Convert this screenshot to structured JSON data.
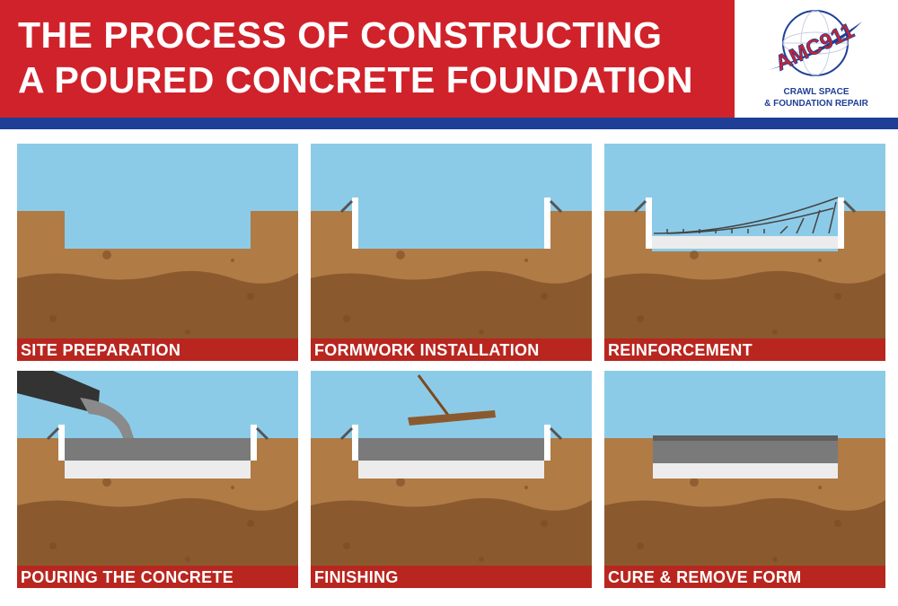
{
  "header": {
    "title_line1": "THE PROCESS OF CONSTRUCTING",
    "title_line2": "A POURED CONCRETE FOUNDATION"
  },
  "logo": {
    "brand": "AMC911",
    "line1": "CRAWL SPACE",
    "line2": "& FOUNDATION REPAIR"
  },
  "colors": {
    "red": "#d0222b",
    "blue": "#1f3f96",
    "sky": "#8ccbe8",
    "soil": "#b07b45",
    "soil_dark": "#8a5a2e",
    "concrete": "#7a7a7a",
    "base": "#ececec",
    "label_bg": "#b8261f"
  },
  "steps": [
    {
      "label": "SITE PREPARATION",
      "stage": "dig"
    },
    {
      "label": "FORMWORK INSTALLATION",
      "stage": "forms"
    },
    {
      "label": "REINFORCEMENT",
      "stage": "rebar"
    },
    {
      "label": "POURING THE CONCRETE",
      "stage": "pour"
    },
    {
      "label": "FINISHING",
      "stage": "finish"
    },
    {
      "label": "CURE & REMOVE FORM",
      "stage": "cure"
    }
  ]
}
